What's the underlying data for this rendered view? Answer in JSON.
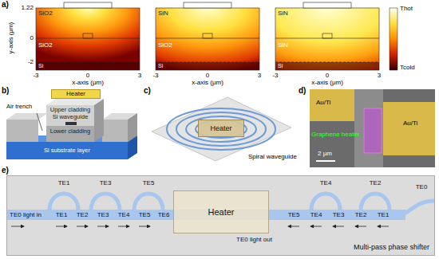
{
  "diagram": {
    "nodes": [
      {
        "text": [
          "Heater"
        ]
      },
      {
        "text": [
          "Heater"
        ]
      },
      {
        "text": [
          "Multi-pass phase shifter"
        ]
      },
      {
        "text": [
          "Heater"
        ],
        "in": 2
      }
    ],
    "labels": [
      "a)",
      "1.22",
      "0",
      "-2",
      "y-axis (μm)",
      "SiO2",
      "SiO2",
      "Si",
      "-3",
      "0",
      "3",
      "x-axis (μm)",
      "SiN",
      "SiO2",
      "Si",
      "-3",
      "0",
      "3",
      "x-axis (μm)",
      "SiN",
      "SiN",
      "Si",
      "-3",
      "0",
      "3",
      "x-axis (μm)",
      "Thot",
      "Tcold",
      "b)",
      "Upper cladding",
      "Si waveguide",
      "Lower cladding",
      "Air trench",
      "Si substrate layer",
      "c)",
      "Spiral waveguide",
      "d)",
      "Au/Ti",
      "Au/Ti",
      "Graphene heater",
      "2 μm",
      "e)",
      "TE1",
      "TE3",
      "TE5",
      "TE0 light in",
      "TE1",
      "TE2",
      "TE3",
      "TE4",
      "TE5",
      "TE6",
      "TE5",
      "TE4",
      "TE3",
      "TE2",
      "TE1",
      "TE0 light out",
      "TE4",
      "TE2",
      "TE0"
    ]
  }
}
